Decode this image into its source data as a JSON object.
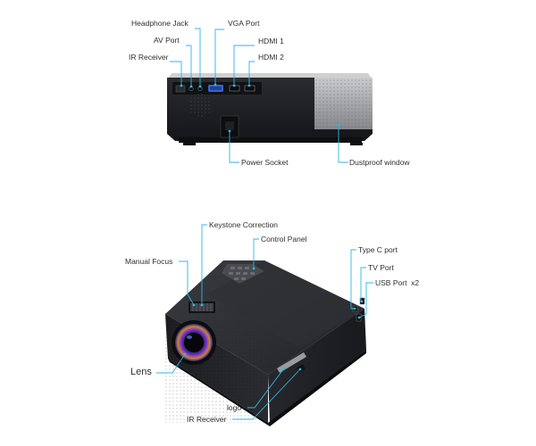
{
  "rear_view": {
    "callouts": {
      "headphone_jack": "Headphone Jack",
      "vga_port": "VGA Port",
      "av_port": "AV Port",
      "hdmi_1": "HDMI 1",
      "ir_receiver": "IR Receiver",
      "hdmi_2": "HDMI 2",
      "power_socket": "Power Socket",
      "dustproof_window": "Dustproof window"
    }
  },
  "front_view": {
    "callouts": {
      "keystone_correction": "Keystone Correction",
      "control_panel": "Control Panel",
      "manual_focus": "Manual Focus",
      "type_c_port": "Type C port",
      "tv_port": "TV Port",
      "usb_port": "USB Port",
      "usb_port_count": "x2",
      "lens": "Lens",
      "logo": "logo",
      "ir_receiver": "IR Receiver"
    }
  },
  "colors": {
    "leader_line": "#2fb6e8",
    "body_dark": "#1e1f22",
    "body_mid": "#2d2e32",
    "vent_grey": "#a8aaad",
    "vga_blue": "#3b63c9"
  }
}
